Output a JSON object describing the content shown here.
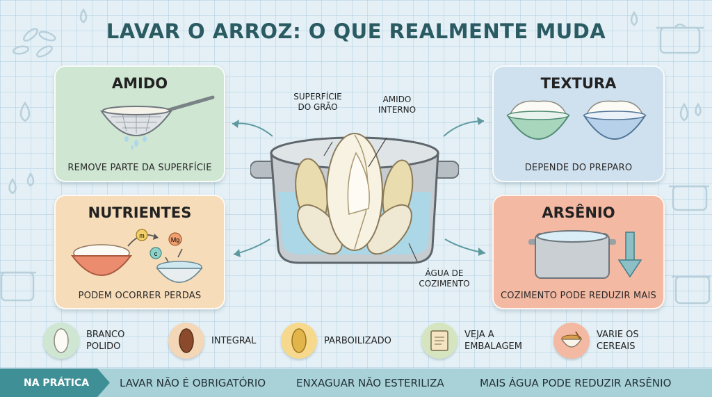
{
  "title": "LAVAR O ARROZ: O QUE REALMENTE MUDA",
  "cards": {
    "amido": {
      "title": "AMIDO",
      "caption": "REMOVE PARTE DA SUPERFÍCIE"
    },
    "nutrientes": {
      "title": "NUTRIENTES",
      "caption": "PODEM OCORRER PERDAS",
      "icons": [
        "m",
        "c",
        "Mg"
      ]
    },
    "textura": {
      "title": "TEXTURA",
      "caption": "DEPENDE DO PREPARO"
    },
    "arsenio": {
      "title": "ARSÊNIO",
      "caption": "COZIMENTO PODE REDUZIR MAIS"
    }
  },
  "center": {
    "label_superficie": [
      "SUPERFÍCIE",
      "DO GRÃO"
    ],
    "label_amido": [
      "AMIDO",
      "INTERNO"
    ],
    "label_agua": [
      "ÁGUA DE",
      "COZIMENTO"
    ]
  },
  "legend": [
    {
      "lines": [
        "BRANCO",
        "POLIDO"
      ],
      "icon": "white-grain-icon"
    },
    {
      "lines": [
        "INTEGRAL"
      ],
      "icon": "brown-grain-icon"
    },
    {
      "lines": [
        "PARBOILIZADO"
      ],
      "icon": "golden-grain-icon"
    },
    {
      "lines": [
        "VEJA A",
        "EMBALAGEM"
      ],
      "icon": "package-label-icon"
    },
    {
      "lines": [
        "VARIE OS",
        "CEREAIS"
      ],
      "icon": "mixed-grains-bowl-icon"
    }
  ],
  "bottom_bar": {
    "label": "NA PRÁTICA",
    "tips": [
      "LAVAR NÃO É OBRIGATÓRIO",
      "ENXAGUAR NÃO ESTERILIZA",
      "MAIS ÁGUA PODE REDUZIR ARSÊNIO"
    ]
  },
  "colors": {
    "title": "#2a5a62",
    "amido_card": "#cfe6d2",
    "nutrientes_card": "#f7dcb9",
    "textura_card": "#cfe0ee",
    "arsenio_card": "#f4b9a3",
    "bar_accent": "#3f8f96",
    "bar_bg": "#a9d2d8"
  }
}
